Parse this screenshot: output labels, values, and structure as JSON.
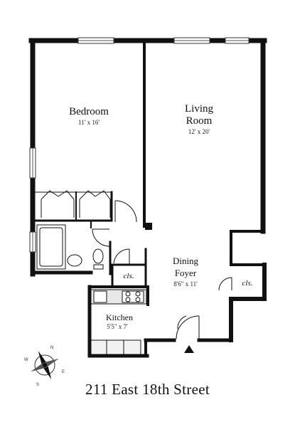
{
  "rooms": {
    "bedroom": {
      "name": "Bedroom",
      "dims": "11' x 16'"
    },
    "living": {
      "name_line1": "Living",
      "name_line2": "Room",
      "dims": "12' x 20'"
    },
    "dining": {
      "name_line1": "Dining",
      "name_line2": "Foyer",
      "dims": "8'6\" x 11'"
    },
    "kitchen": {
      "name": "Kitchen",
      "dims": "5'5\" x 7'"
    }
  },
  "closets": {
    "left": "cls.",
    "right": "cls."
  },
  "compass": {
    "n": "N",
    "s": "S",
    "e": "E",
    "w": "W"
  },
  "address": "211 East 18th Street"
}
